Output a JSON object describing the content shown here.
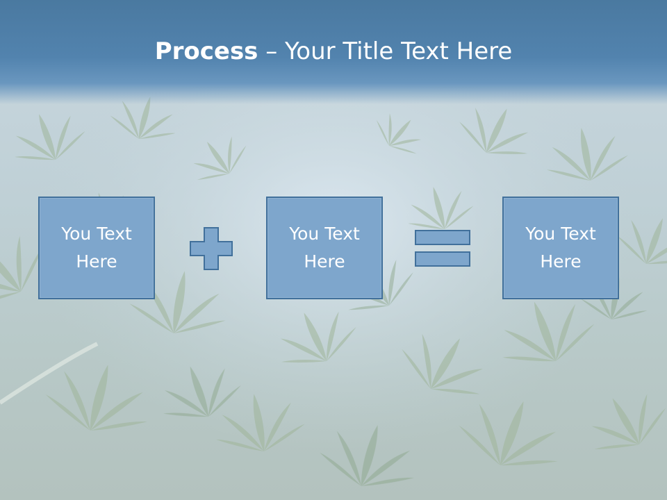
{
  "slide": {
    "title_bold": "Process",
    "title_rest": " – Your Title Text Here",
    "boxes": [
      {
        "text": "You Text Here"
      },
      {
        "text": "You Text Here"
      },
      {
        "text": "You Text Here"
      }
    ],
    "operators": [
      "plus-icon",
      "equals-icon"
    ]
  },
  "colors": {
    "title_band": "#5283ae",
    "box_fill": "#7ea6cc",
    "box_border": "#41709b",
    "operator_fill": "#7ea6cc"
  }
}
